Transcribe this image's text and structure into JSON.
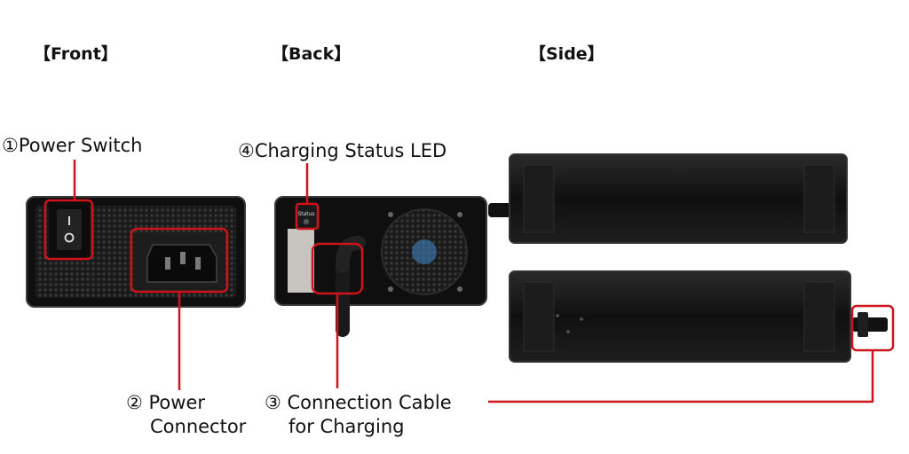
{
  "headings": {
    "front": "【Front】",
    "back": "【Back】",
    "side": "【Side】"
  },
  "callouts": {
    "power_switch": "①Power Switch",
    "charging_led": "④Charging Status LED",
    "power_connector_line1": "② Power",
    "power_connector_line2": "Connector",
    "cable_line1": "③ Connection Cable",
    "cable_line2": "for Charging"
  },
  "led_label": "Status",
  "colors": {
    "callout": "#d0121b",
    "body": "#141414",
    "text": "#111111"
  }
}
